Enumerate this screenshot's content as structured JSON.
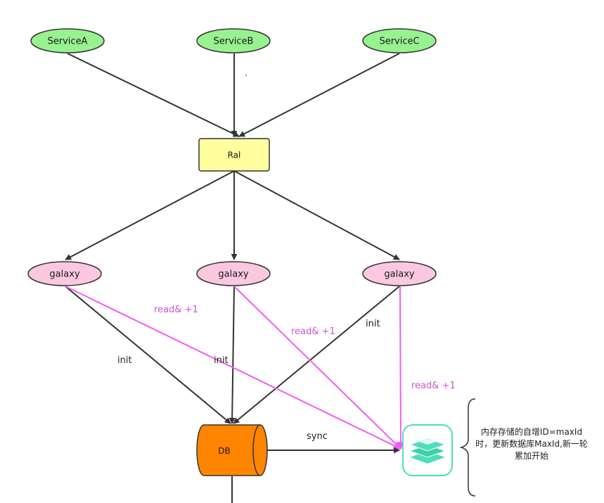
{
  "nodes": {
    "service_a": "ServiceA",
    "service_b": "ServiceB",
    "service_c": "ServiceC",
    "ral": "Ral",
    "galaxy_1": "galaxy",
    "galaxy_2": "galaxy",
    "galaxy_3": "galaxy",
    "db": "DB"
  },
  "edge_labels": {
    "dot": ".",
    "init_1": "init",
    "init_2": "init",
    "init_3": "init",
    "read_1": "read& +1",
    "read_2": "read& +1",
    "read_3": "read& +1",
    "sync": "sync"
  },
  "note": "内存存储的自增ID=maxId时，更新数据库MaxId,新一轮累加开始",
  "icons": {
    "cache": "redis-cache-icon"
  },
  "colors": {
    "service_fill": "#98F28F",
    "ral_fill": "#FFFF9E",
    "galaxy_fill": "#FBC8E0",
    "db_fill": "#FF8500",
    "read_edge": "#F25CF2",
    "read_label": "#CC55CC",
    "cache_icon": "#4FDDBB",
    "edge": "#333333"
  }
}
